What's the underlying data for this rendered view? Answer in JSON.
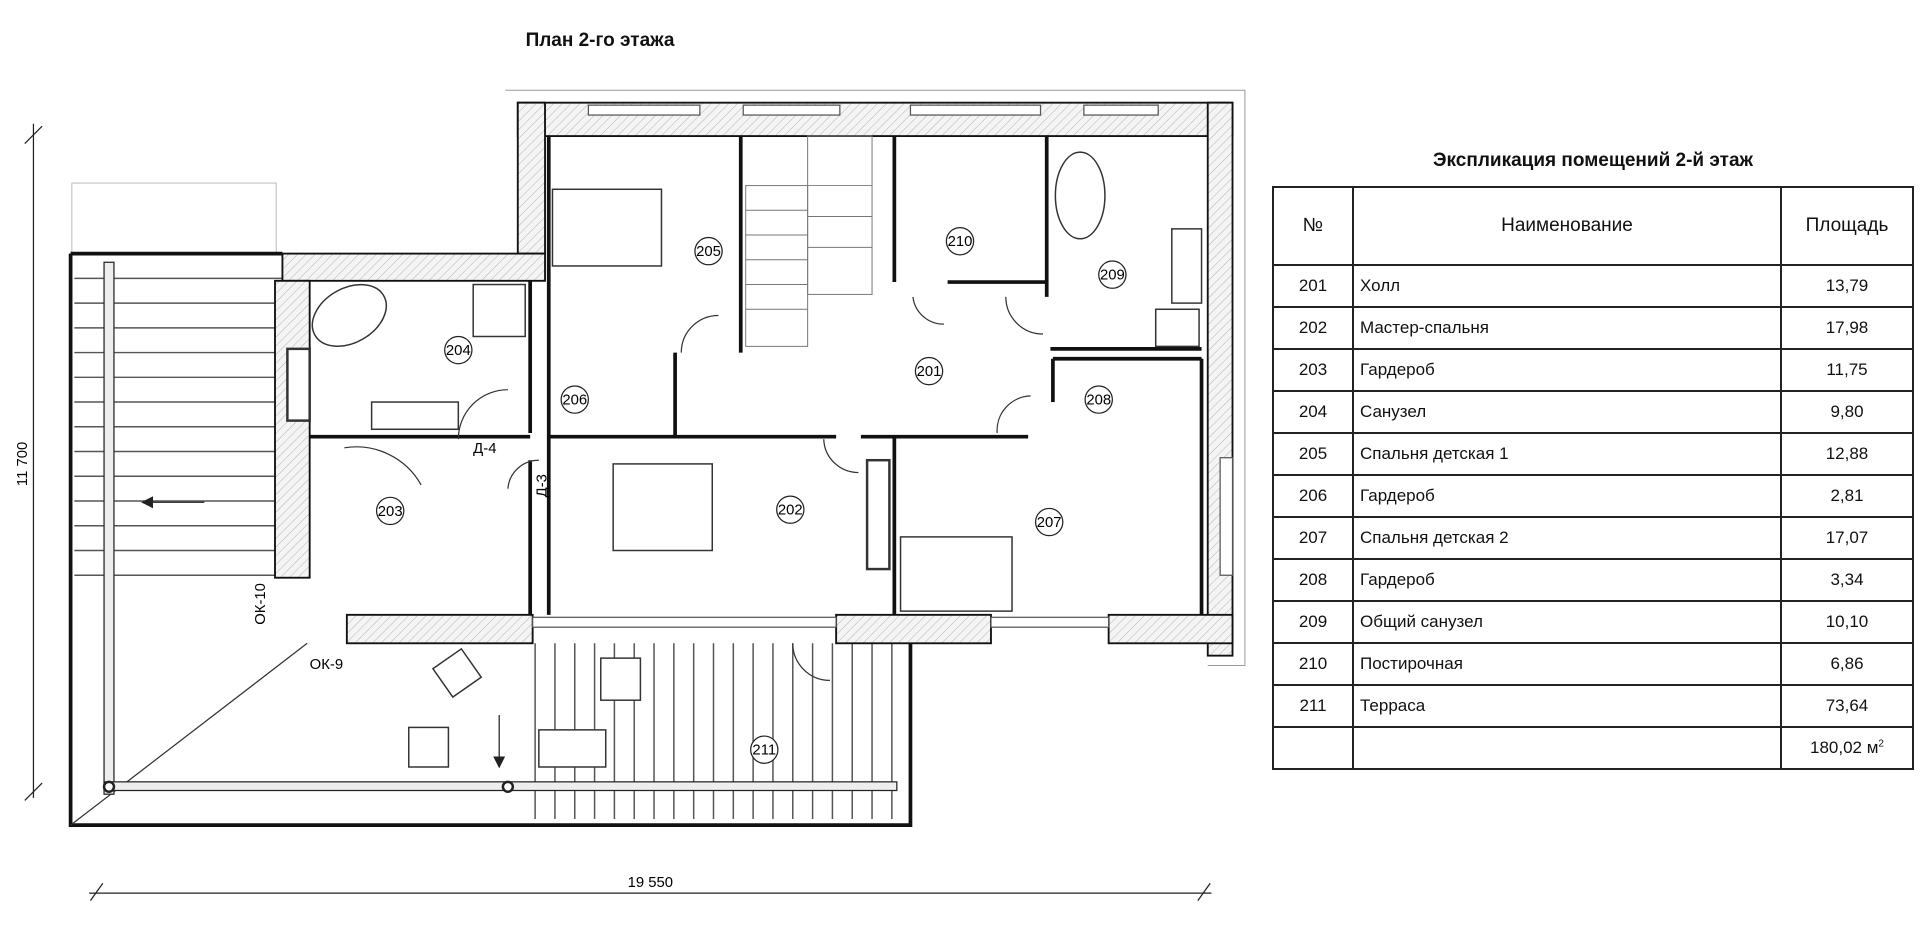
{
  "plan": {
    "title": "План 2-го этажа",
    "dimensions": {
      "height": "11 700",
      "width": "19 550"
    },
    "rooms": [
      {
        "id": "201"
      },
      {
        "id": "202"
      },
      {
        "id": "203"
      },
      {
        "id": "204"
      },
      {
        "id": "205"
      },
      {
        "id": "206"
      },
      {
        "id": "207"
      },
      {
        "id": "208"
      },
      {
        "id": "209"
      },
      {
        "id": "210"
      },
      {
        "id": "211"
      }
    ],
    "doors": {
      "d4": "Д-4",
      "d3": "Д-3"
    },
    "windows": {
      "ok10": "ОК-10",
      "ok9": "ОК-9"
    }
  },
  "explication": {
    "title": "Экспликация помещений 2-й этаж",
    "headers": {
      "no": "№",
      "name": "Наименование",
      "area": "Площадь"
    },
    "rows": [
      {
        "no": "201",
        "name": "Холл",
        "area": "13,79"
      },
      {
        "no": "202",
        "name": "Мастер-спальня",
        "area": "17,98"
      },
      {
        "no": "203",
        "name": "Гардероб",
        "area": "11,75"
      },
      {
        "no": "204",
        "name": "Санузел",
        "area": "9,80"
      },
      {
        "no": "205",
        "name": "Спальня детская 1",
        "area": "12,88"
      },
      {
        "no": "206",
        "name": "Гардероб",
        "area": "2,81"
      },
      {
        "no": "207",
        "name": "Спальня детская 2",
        "area": "17,07"
      },
      {
        "no": "208",
        "name": "Гардероб",
        "area": "3,34"
      },
      {
        "no": "209",
        "name": "Общий санузел",
        "area": "10,10"
      },
      {
        "no": "210",
        "name": "Постирочная",
        "area": "6,86"
      },
      {
        "no": "211",
        "name": "Терраса",
        "area": "73,64"
      }
    ],
    "total": {
      "value": "180,02 м",
      "unit_sup": "2"
    }
  }
}
